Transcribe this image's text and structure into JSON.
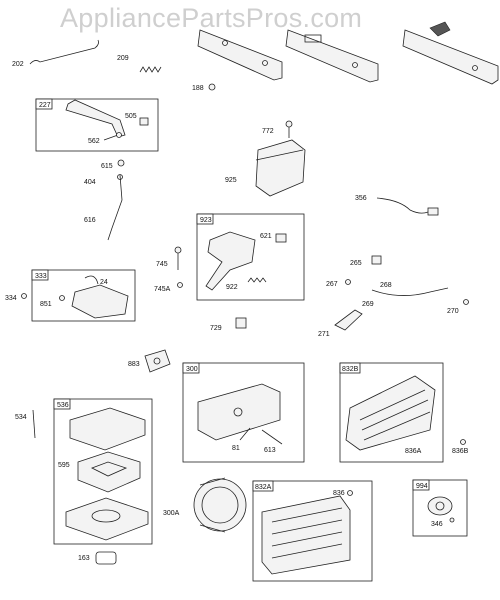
{
  "watermark": "AppliancePartsPros.com",
  "parts": {
    "p202": "202",
    "p209": "209",
    "p188": "188",
    "p227": "227",
    "p505": "505",
    "p562": "562",
    "p772": "772",
    "p925": "925",
    "p615": "615",
    "p404": "404",
    "p616": "616",
    "p356": "356",
    "p923": "923",
    "p621": "621",
    "p745": "745",
    "p745a": "745A",
    "p922": "922",
    "p333": "333",
    "p24": "24",
    "p334": "334",
    "p851": "851",
    "p265": "265",
    "p267": "267",
    "p268": "268",
    "p269": "269",
    "p270": "270",
    "p271": "271",
    "p729": "729",
    "p883": "883",
    "p300": "300",
    "p81": "81",
    "p613": "613",
    "p832b": "832B",
    "p836a": "836A",
    "p836b": "836B",
    "p534": "534",
    "p536": "536",
    "p595": "595",
    "p163": "163",
    "p300a": "300A",
    "p832a": "832A",
    "p836": "836",
    "p994": "994",
    "p346": "346"
  }
}
